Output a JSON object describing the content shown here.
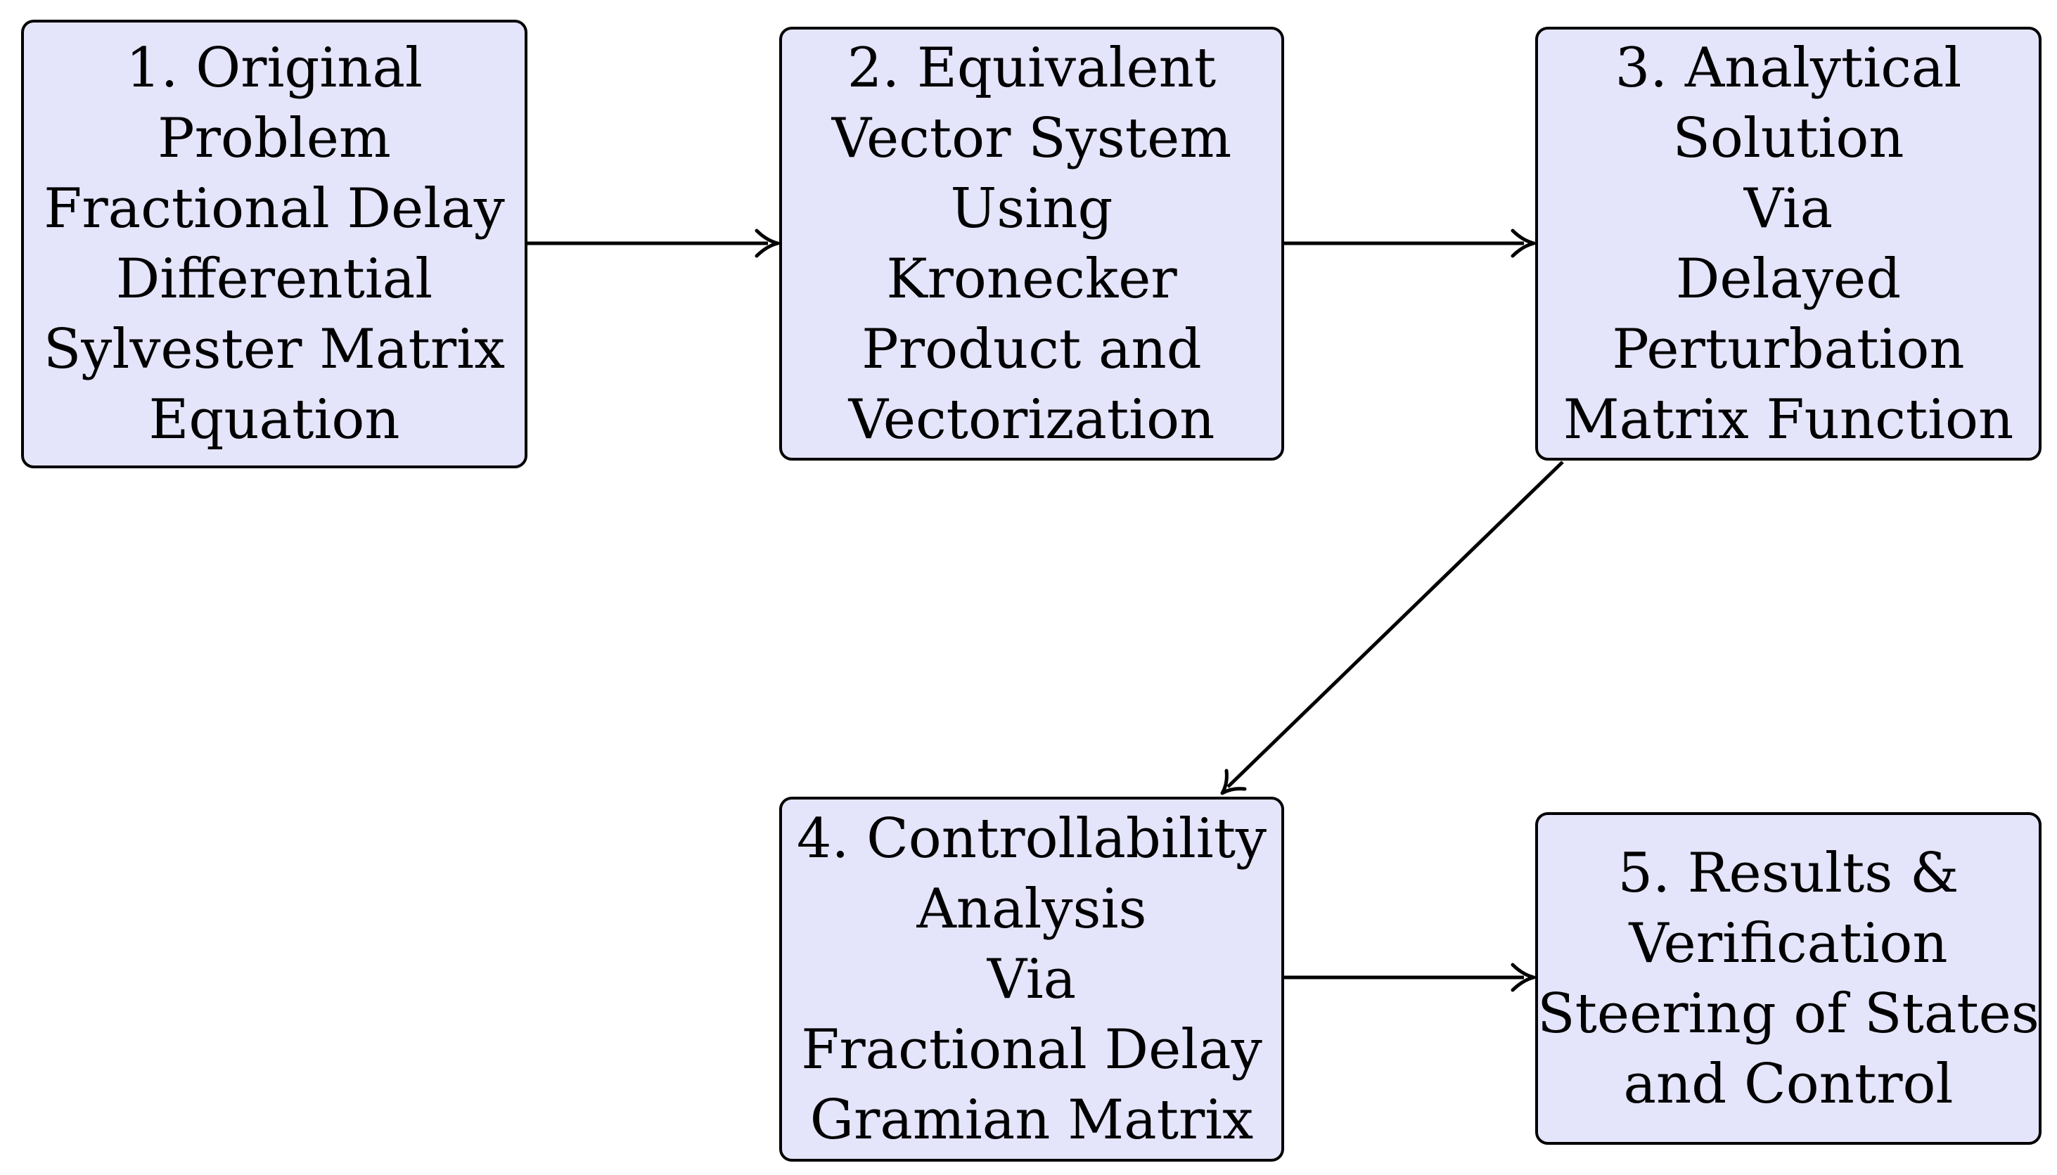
{
  "diagram": {
    "nodes": [
      {
        "id": "n1",
        "lines": [
          "1.  Original",
          "Problem",
          "Fractional Delay",
          "Differential",
          "Sylvester Matrix",
          "Equation"
        ]
      },
      {
        "id": "n2",
        "lines": [
          "2.  Equivalent",
          "Vector System",
          "Using",
          "Kronecker",
          "Product and",
          "Vectorization"
        ]
      },
      {
        "id": "n3",
        "lines": [
          "3.  Analytical",
          "Solution",
          "Via",
          "Delayed",
          "Perturbation",
          "Matrix Function"
        ]
      },
      {
        "id": "n4",
        "lines": [
          "4.  Controllability",
          "Analysis",
          "Via",
          "Fractional Delay",
          "Gramian Matrix"
        ]
      },
      {
        "id": "n5",
        "lines": [
          "5.  Results &",
          "Verification",
          "Steering of States",
          "and Control"
        ]
      }
    ],
    "edges": [
      {
        "from": "n1",
        "to": "n2"
      },
      {
        "from": "n2",
        "to": "n3"
      },
      {
        "from": "n3",
        "to": "n4"
      },
      {
        "from": "n4",
        "to": "n5"
      }
    ],
    "colors": {
      "node_fill": "#e4e4fb",
      "node_border": "#000000",
      "arrow": "#000000",
      "text": "#000000"
    }
  }
}
